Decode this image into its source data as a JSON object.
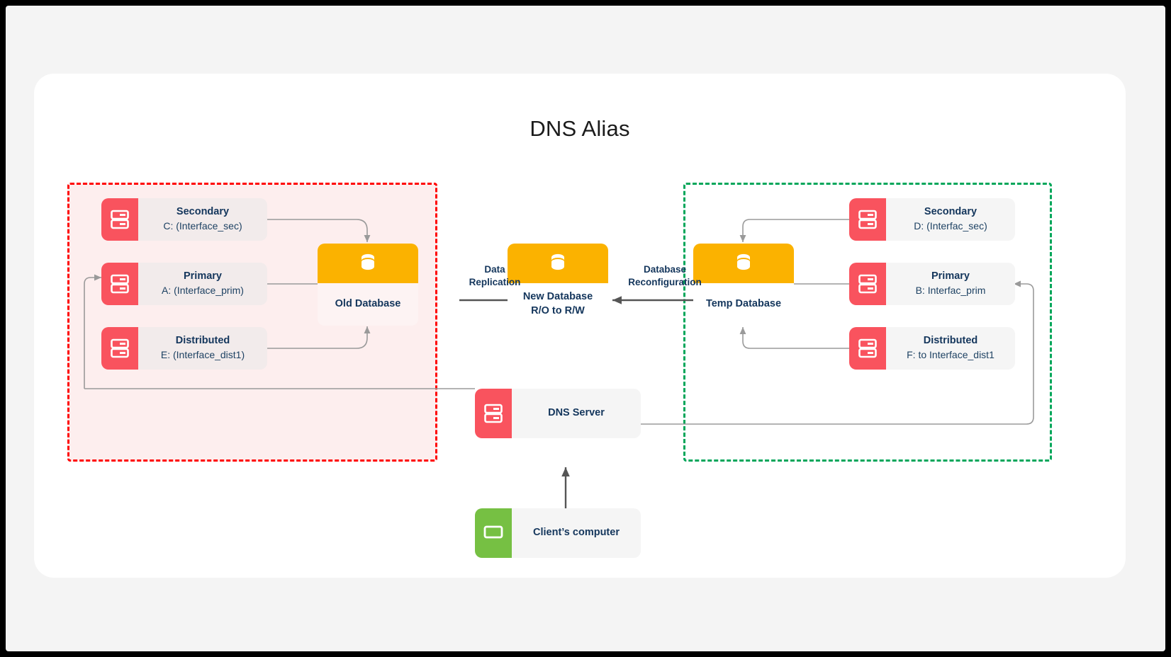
{
  "title": "DNS Alias",
  "colors": {
    "group_left_border": "#ff0000",
    "group_left_fill": "#fdeeee",
    "group_right_border": "#00a65a",
    "server_icon": "#f9535e",
    "client_icon": "#76c043",
    "database_header": "#fbb200",
    "text": "#14365c",
    "connector": "#9a9a9a"
  },
  "groups": {
    "left": {
      "name": "old-environment-group",
      "style": "red-dashed"
    },
    "right": {
      "name": "new-environment-group",
      "style": "green-dashed"
    }
  },
  "left_nodes": [
    {
      "title": "Secondary",
      "sub": "C: (Interface_sec)",
      "icon": "server-icon"
    },
    {
      "title": "Primary",
      "sub": "A: (Interface_prim)",
      "icon": "server-icon"
    },
    {
      "title": "Distributed",
      "sub": "E: (Interface_dist1)",
      "icon": "server-icon"
    }
  ],
  "right_nodes": [
    {
      "title": "Secondary",
      "sub": "D: (Interfac_sec)",
      "icon": "server-icon"
    },
    {
      "title": "Primary",
      "sub": "B: Interfac_prim",
      "icon": "server-icon"
    },
    {
      "title": "Distributed",
      "sub": "F:  to Interface_dist1",
      "icon": "server-icon"
    }
  ],
  "databases": {
    "old": {
      "label": "Old Database",
      "icon": "database-cylinder-icon"
    },
    "new": {
      "label": "New Database\nR/O to R/W",
      "line1": "New Database",
      "line2": "R/O to R/W",
      "icon": "database-cylinder-icon"
    },
    "temp": {
      "label": "Temp Database",
      "icon": "database-cylinder-icon"
    }
  },
  "edge_labels": {
    "data_replication": {
      "line1": "Data",
      "line2": "Replication"
    },
    "database_reconfiguration": {
      "line1": "Database",
      "line2": "Reconfiguration"
    }
  },
  "infrastructure": {
    "dns_server": {
      "title": "DNS Server",
      "icon": "server-icon"
    },
    "client": {
      "title": "Client’s computer",
      "icon": "monitor-icon"
    }
  }
}
